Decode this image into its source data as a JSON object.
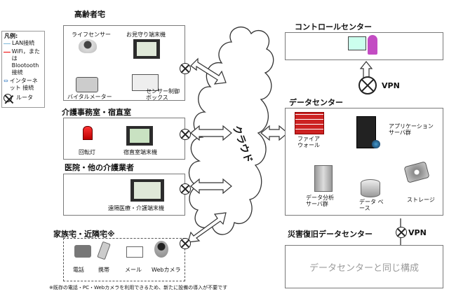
{
  "legend": {
    "title": "凡例:",
    "lan": "LAN接続",
    "wifi": "WiFi，または Blootooth接続",
    "internet": "インターネット 接続",
    "router": "ルータ"
  },
  "elderly_home": {
    "title": "高齢者宅",
    "life_sensor": "ライフセンサー",
    "watch_terminal": "お見守り端末機",
    "vital_meter": "バイタルメーター",
    "sensor_box": "センサー制御ボックス"
  },
  "care_office": {
    "title": "介護事務室・宿直室",
    "rotating_light": "回転灯",
    "duty_terminal": "宿直室端末機"
  },
  "hospital": {
    "title": "医院・他の介護業者",
    "remote_terminal": "遠隔医療・介護端末機"
  },
  "family": {
    "title": "家族宅・近隣宅※",
    "phone": "電話",
    "mobile": "携帯",
    "mail": "メール",
    "webcam": "Webカメラ",
    "note": "※既存の電話・PC・Webカメラを利用できるため、新たに設備の導入が不要です"
  },
  "cloud": {
    "label": "クラウド"
  },
  "control_center": {
    "title": "コントロールセンター"
  },
  "vpn": {
    "top": "VPN",
    "bottom": "VPN"
  },
  "data_center": {
    "title": "データセンター",
    "firewall": "ファイア ウォール",
    "app_server": "アプリケーション サーバ群",
    "analysis_server": "データ分析 サーバ群",
    "database": "データ ベース",
    "storage": "ストレージ"
  },
  "dr_center": {
    "title": "災害復旧データセンター",
    "content": "データセンターと同じ構成"
  }
}
